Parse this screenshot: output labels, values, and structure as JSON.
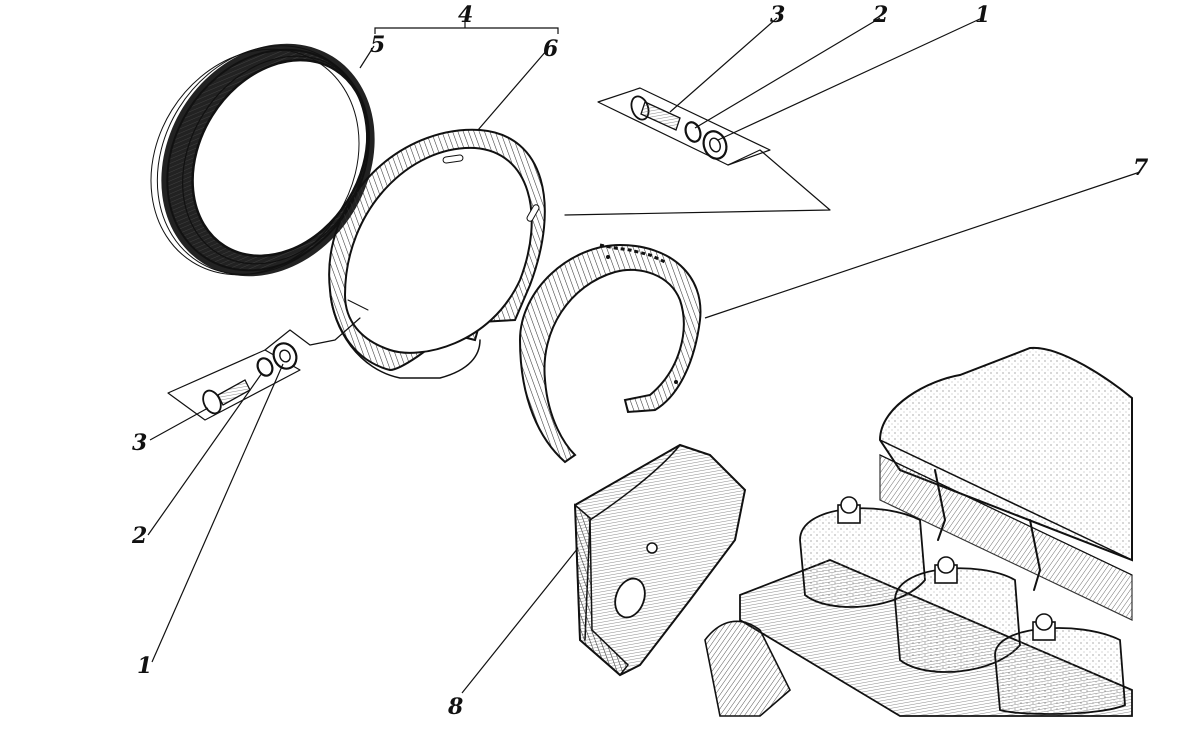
{
  "callouts": {
    "c1_top": "1",
    "c2_top": "2",
    "c3_top": "3",
    "c4": "4",
    "c5": "5",
    "c6": "6",
    "c7": "7",
    "c3_left": "3",
    "c2_left": "2",
    "c1_left": "1",
    "c8": "8"
  },
  "colors": {
    "ink": "#111111",
    "shade": "#9a9a9a",
    "paper": "#ffffff"
  }
}
